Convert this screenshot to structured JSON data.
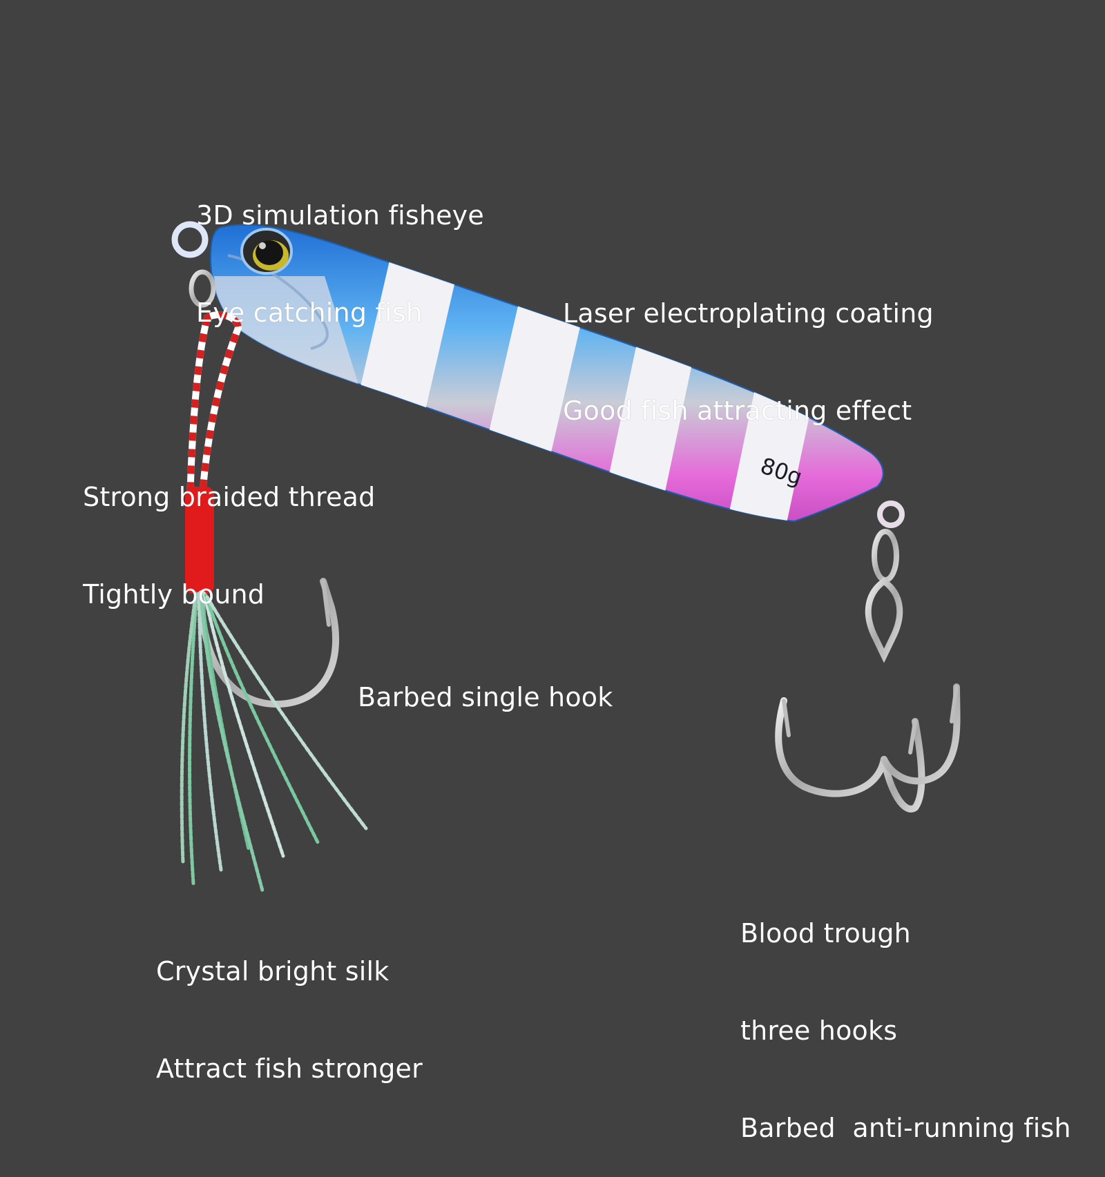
{
  "colors": {
    "background": "#414141",
    "text": "#ffffff",
    "lure_blue": "#2f8fe0",
    "lure_pink": "#e56ad9",
    "lure_white": "#f1f1f6",
    "thread_red": "#e11b1b",
    "hook_silver": "#c9c9c9"
  },
  "lure": {
    "weight_label": "80g"
  },
  "callouts": {
    "fisheye": [
      "3D simulation fisheye",
      "Eye catching fish"
    ],
    "coating": [
      "Laser electroplating coating",
      "Good fish attracting effect"
    ],
    "braid": [
      "Strong braided thread",
      "Tightly bound"
    ],
    "single_hook": [
      "Barbed single hook"
    ],
    "silk": [
      "Crystal bright silk",
      "Attract fish stronger"
    ],
    "treble": [
      "Blood trough",
      "three hooks",
      "Barbed  anti-running fish"
    ]
  }
}
